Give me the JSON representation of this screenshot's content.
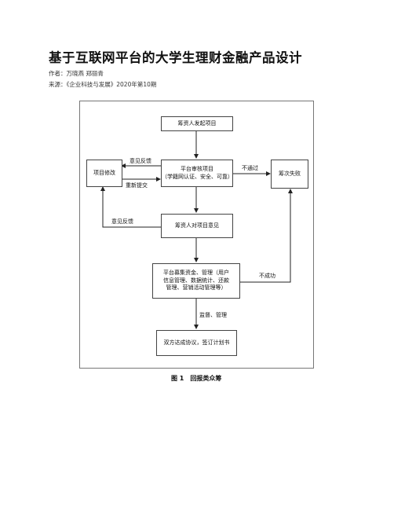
{
  "document": {
    "title": "基于互联网平台的大学生理财金融产品设计",
    "author_line": "作者：万晓燕 郑丽青",
    "source_line": "来源：《企业科技与发展》2020年第10期"
  },
  "flowchart": {
    "nodes": {
      "initiate": "筹资人发起项目",
      "modify": "项目修改",
      "audit_line1": "平台审核项目",
      "audit_line2": "（学籍网认证、安全、可靠）",
      "fail": "筹次失败",
      "opinion": "筹资人对项目意见",
      "raise_line1": "平台募集资金、管理（用户",
      "raise_line2": "信息管理、数据统计、还款",
      "raise_line3": "管理、营销活动管理等）",
      "agreement": "双方达成协议，签订计划书"
    },
    "edge_labels": {
      "feedback_top": "意见反馈",
      "resubmit": "重新提交",
      "not_pass": "不通过",
      "feedback_bottom": "意见反馈",
      "unsuccessful": "不成功",
      "supervise": "监督、管理"
    },
    "caption": "图 1　回报类众筹"
  }
}
